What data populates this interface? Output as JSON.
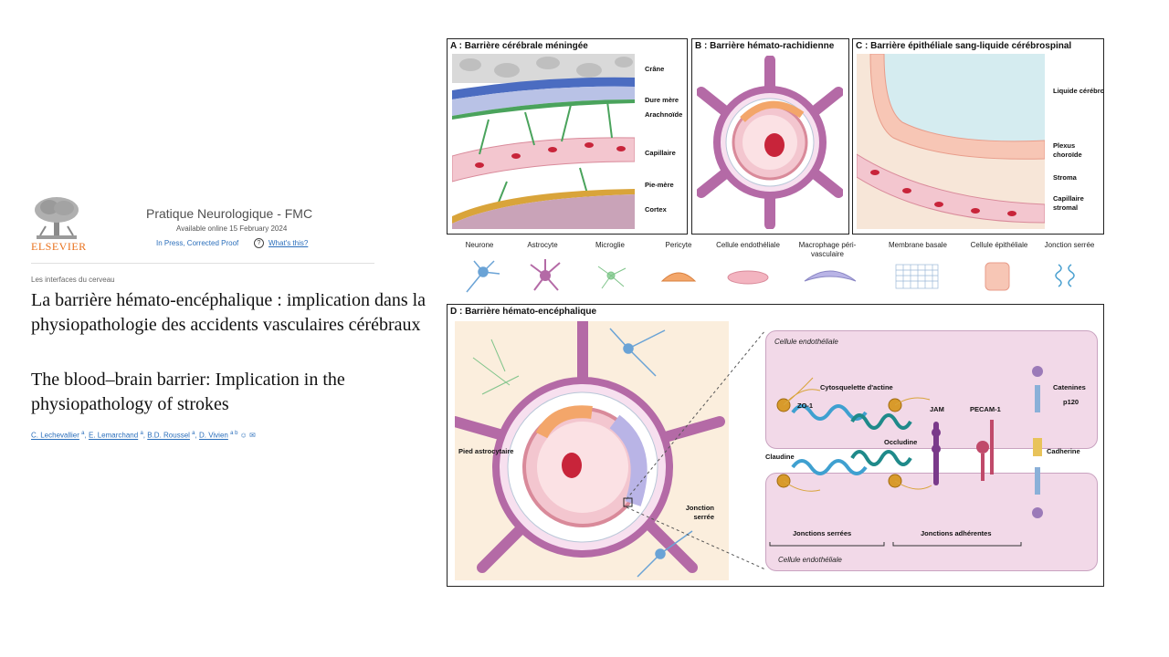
{
  "article": {
    "publisher": "ELSEVIER",
    "journal": "Pratique Neurologique - FMC",
    "available": "Available online 15 February 2024",
    "status": "In Press, Corrected Proof",
    "whats_this": "What's this?",
    "section": "Les interfaces du cerveau",
    "title_fr": "La barrière hémato-encéphalique : implication dans la physiopathologie des accidents vasculaires cérébraux",
    "title_en": "The blood–brain barrier: Implication in the physiopathology of strokes",
    "authors": [
      {
        "name": "C. Lechevallier",
        "sup": "a"
      },
      {
        "name": "E. Lemarchand",
        "sup": "a"
      },
      {
        "name": "B.D. Roussel",
        "sup": "a"
      },
      {
        "name": "D. Vivien",
        "sup": "a b"
      }
    ]
  },
  "figure": {
    "panel_a": {
      "title": "A : Barrière cérébrale méningée",
      "labels": [
        "Crâne",
        "Dure mère",
        "Arachnoïde",
        "Capillaire",
        "Pie-mère",
        "Cortex"
      ]
    },
    "panel_b": {
      "title": "B : Barrière hémato-rachidienne"
    },
    "panel_c": {
      "title": "C : Barrière épithéliale sang-liquide cérébrospinal",
      "labels": [
        "Liquide cérébrospinal",
        "Plexus choroïde",
        "Stroma",
        "Capillaire stromal"
      ]
    },
    "legend": [
      {
        "label": "Neurone",
        "icon": "neuron-icon"
      },
      {
        "label": "Astrocyte",
        "icon": "astrocyte-icon"
      },
      {
        "label": "Microglie",
        "icon": "microglia-icon"
      },
      {
        "label": "Pericyte",
        "icon": "pericyte-icon"
      },
      {
        "label": "Cellule endothéliale",
        "icon": "endothelial-cell-icon"
      },
      {
        "label": "Macrophage péri-vasculaire",
        "icon": "macrophage-icon"
      },
      {
        "label": "Membrane basale",
        "icon": "basement-membrane-icon"
      },
      {
        "label": "Cellule épithéliale",
        "icon": "epithelial-cell-icon"
      },
      {
        "label": "Jonction serrée",
        "icon": "tight-junction-icon"
      }
    ],
    "panel_d": {
      "title": "D : Barrière hémato-encéphalique",
      "pied": "Pied astrocytaire",
      "jonction": "Jonction serrée",
      "cell_top": "Cellule endothéliale",
      "cell_bottom": "Cellule endothéliale",
      "proteins": {
        "cytosquelette": "Cytosquelette d'actine",
        "zo1": "ZO-1",
        "claudine": "Claudine",
        "occludine": "Occludine",
        "jam": "JAM",
        "pecam": "PECAM-1",
        "catenines": "Catenines",
        "p120": "p120",
        "cadherine": "Cadherine"
      },
      "groups": [
        "Jonctions serrées",
        "Jonctions adhérentes"
      ]
    },
    "colors": {
      "vessel_pink": "#f3c6cf",
      "rbc_red": "#c8243a",
      "astro_purple": "#b46aa6",
      "pericyte_orange": "#f3a66a",
      "membrane_grid": "#b9c7d8",
      "cell_bg": "#f2d9e8",
      "link_blue": "#2a6ebb",
      "elsevier_orange": "#e9711c"
    }
  }
}
